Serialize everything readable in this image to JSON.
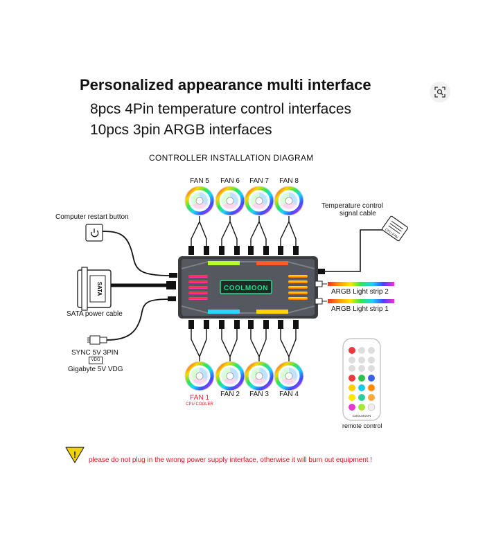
{
  "header": {
    "title": "Personalized appearance multi interface",
    "line1": "8pcs 4Pin temperature control interfaces",
    "line2": "10pcs 3pin ARGB interfaces"
  },
  "diagram": {
    "title": "CONTROLLER INSTALLATION DIAGRAM",
    "top_fans": [
      "FAN 5",
      "FAN 6",
      "FAN 7",
      "FAN 8"
    ],
    "bottom_fans": [
      "FAN 1",
      "FAN 2",
      "FAN 3",
      "FAN 4"
    ],
    "fan1_sub": "CPU COOLER",
    "restart_button_label": "Computer restart button",
    "sata_label": "SATA power cable",
    "sata_plug_text": "SATA",
    "sync_label": "SYNC 5V 3PIN",
    "vdg_tag": "VDG",
    "gigabyte_label": "Gigabyte 5V VDG",
    "temp_label_1": "Temperature control",
    "temp_label_2": "signal cable",
    "cpu_fan_tag": "CPU FAN",
    "argb_strip_2": "ARGB Light strip 2",
    "argb_strip_1": "ARGB Light strip 1",
    "controller_brand": "COOLMOON",
    "remote_brand": "COOLMOON",
    "remote_label": "remote control",
    "warning": "please do not plug in the wrong power supply interface, otherwise it will burn out equipment !",
    "warning_mark": "!"
  },
  "icons": {
    "search": "image-search-icon",
    "restart": "power-icon",
    "warning": "warning-triangle-icon"
  },
  "colors": {
    "warning_text": "#d21e1e",
    "warning_triangle": "#f2d400",
    "controller_body": "#3a3c40",
    "brand_green": "#29d98b"
  }
}
